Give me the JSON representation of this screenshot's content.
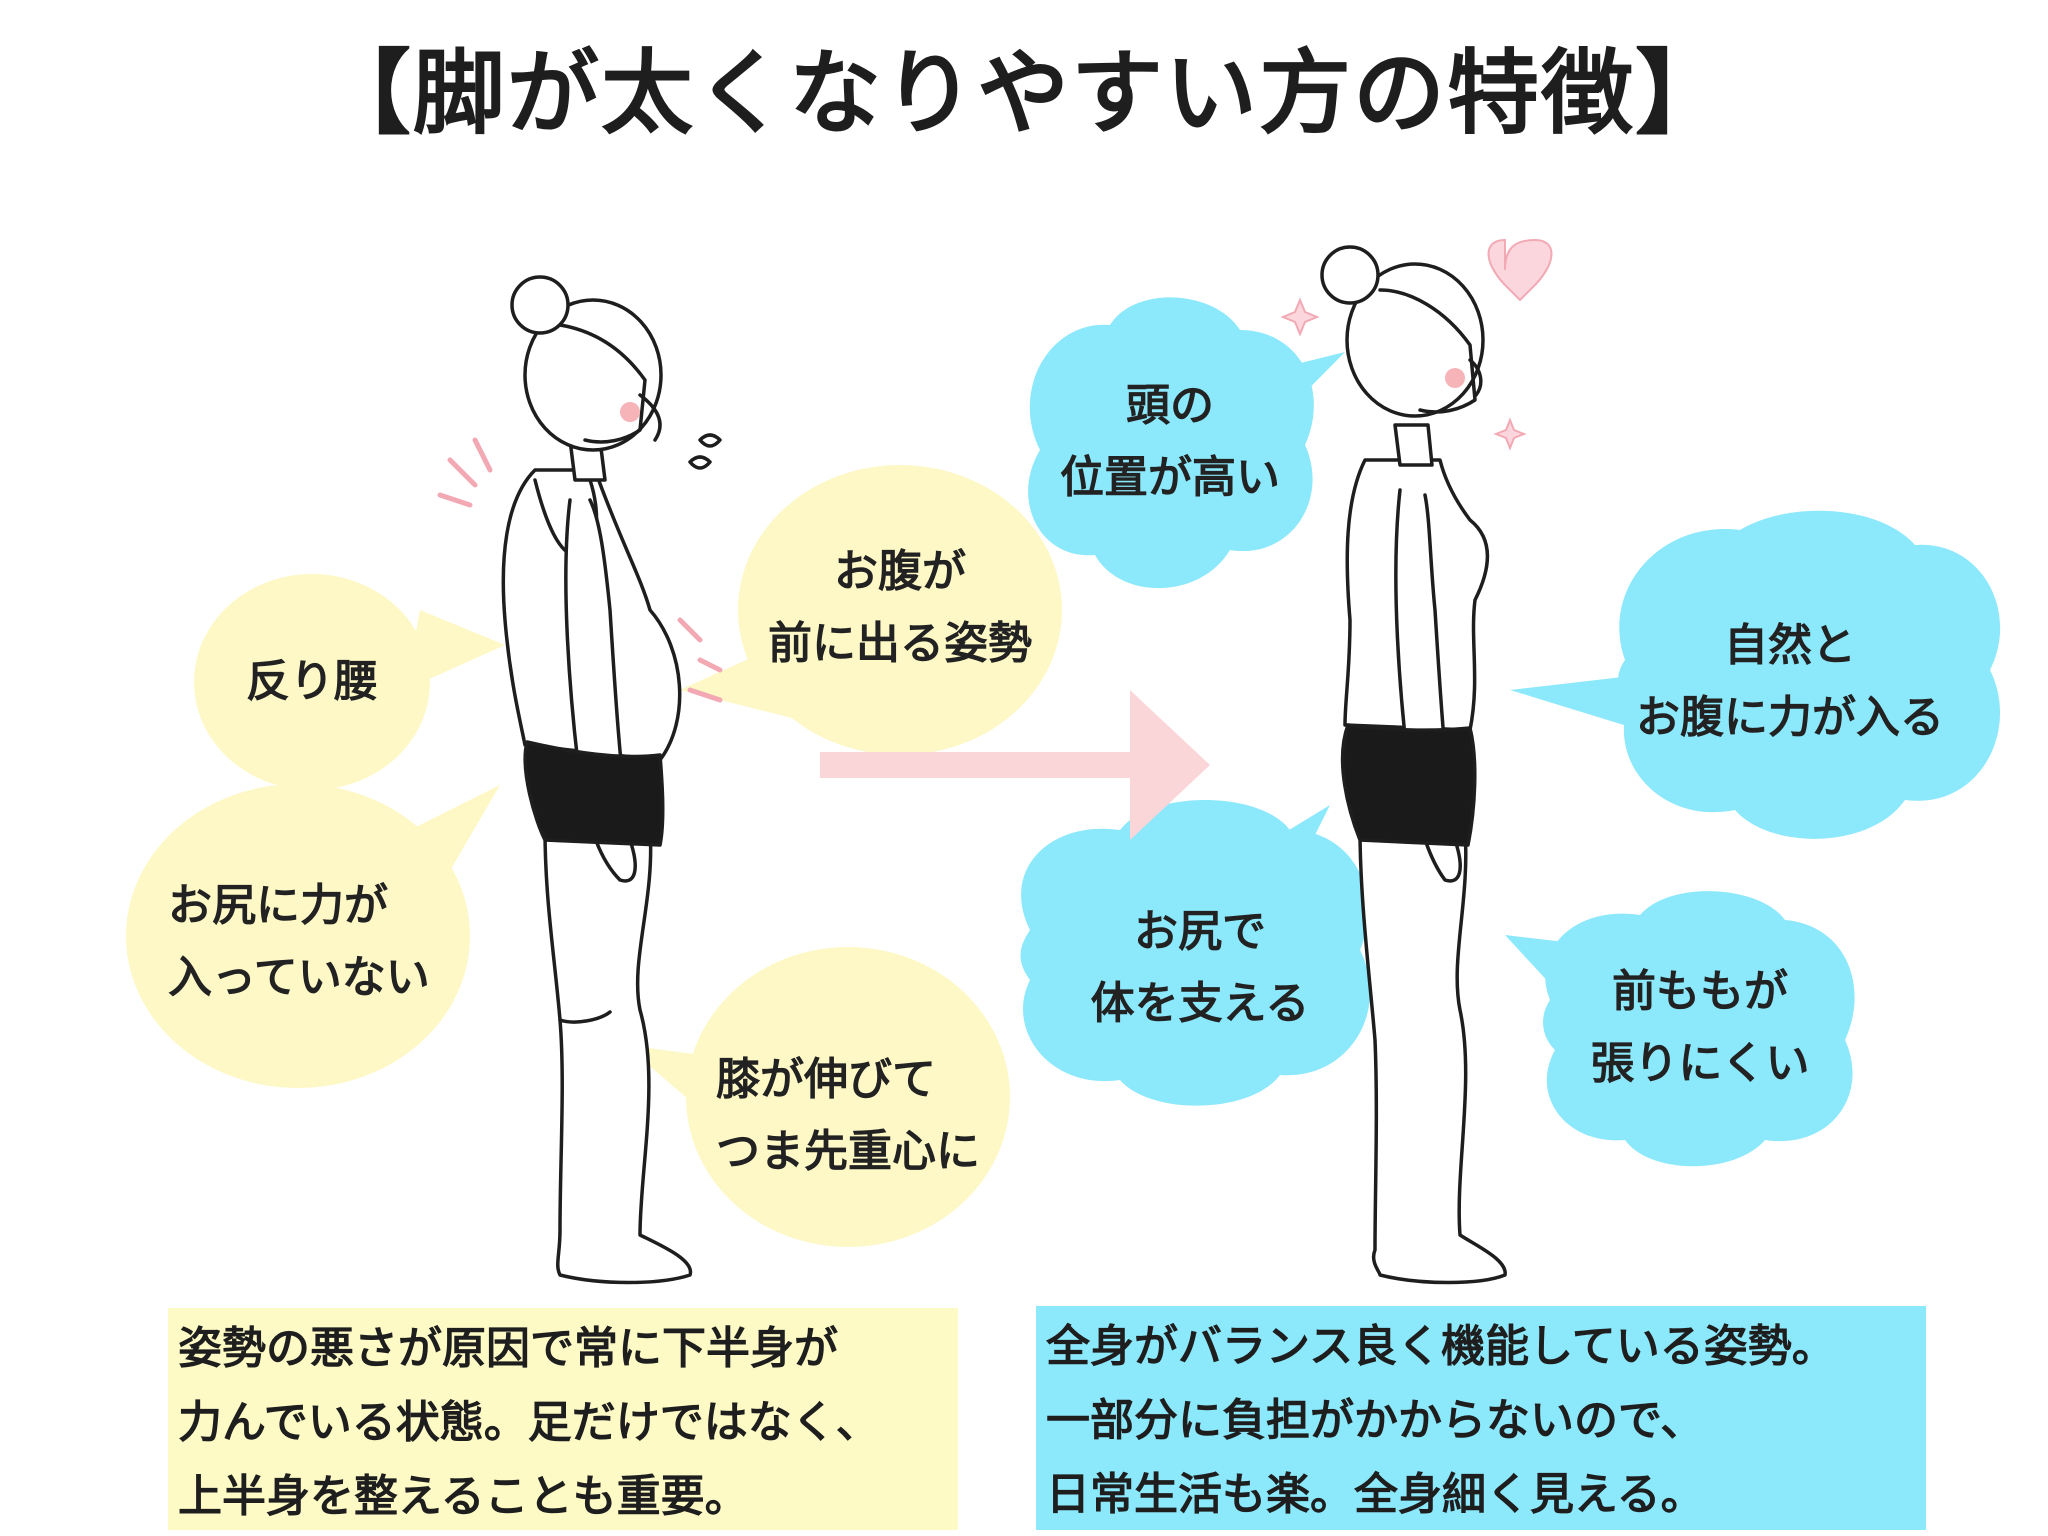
{
  "title": "【脚が太くなりやすい方の特徴】",
  "colors": {
    "bad_bubble": "#fdf8c6",
    "good_bubble": "#8ce8fb",
    "arrow": "#fad6d8",
    "accent_pink": "#f2a9b4",
    "bad_note_bg": "#fdfac6",
    "good_note_bg": "#8ce8fb"
  },
  "bad_side": {
    "bubbles": [
      {
        "lines": [
          "反り腰"
        ]
      },
      {
        "lines": [
          "お尻に力が",
          "入っていない"
        ]
      },
      {
        "lines": [
          "お腹が",
          "前に出る姿勢"
        ]
      },
      {
        "lines": [
          "膝が伸びて",
          "つま先重心に"
        ]
      }
    ],
    "note_lines": [
      "姿勢の悪さが原因で常に下半身が",
      "力んでいる状態。足だけではなく、",
      "上半身を整えることも重要。"
    ]
  },
  "good_side": {
    "bubbles": [
      {
        "lines": [
          "頭の",
          "位置が高い"
        ]
      },
      {
        "lines": [
          "自然と",
          "お腹に力が入る"
        ]
      },
      {
        "lines": [
          "お尻で",
          "体を支える"
        ]
      },
      {
        "lines": [
          "前ももが",
          "張りにくい"
        ]
      }
    ],
    "note_lines": [
      "全身がバランス良く機能している姿勢。",
      "一部分に負担がかからないので、",
      "日常生活も楽。全身細く見える。"
    ]
  }
}
